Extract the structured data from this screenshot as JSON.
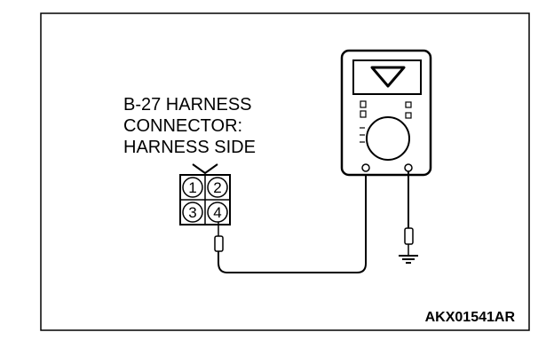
{
  "connector_label": {
    "line1": "B-27 HARNESS",
    "line2": "CONNECTOR:",
    "line3": "HARNESS SIDE"
  },
  "connector_pins": [
    "1",
    "2",
    "3",
    "4"
  ],
  "figure_code": "AKX01541AR",
  "meter": {
    "indicator": "voltage-meter-icon"
  },
  "colors": {
    "line": "#000000",
    "background": "#ffffff"
  }
}
